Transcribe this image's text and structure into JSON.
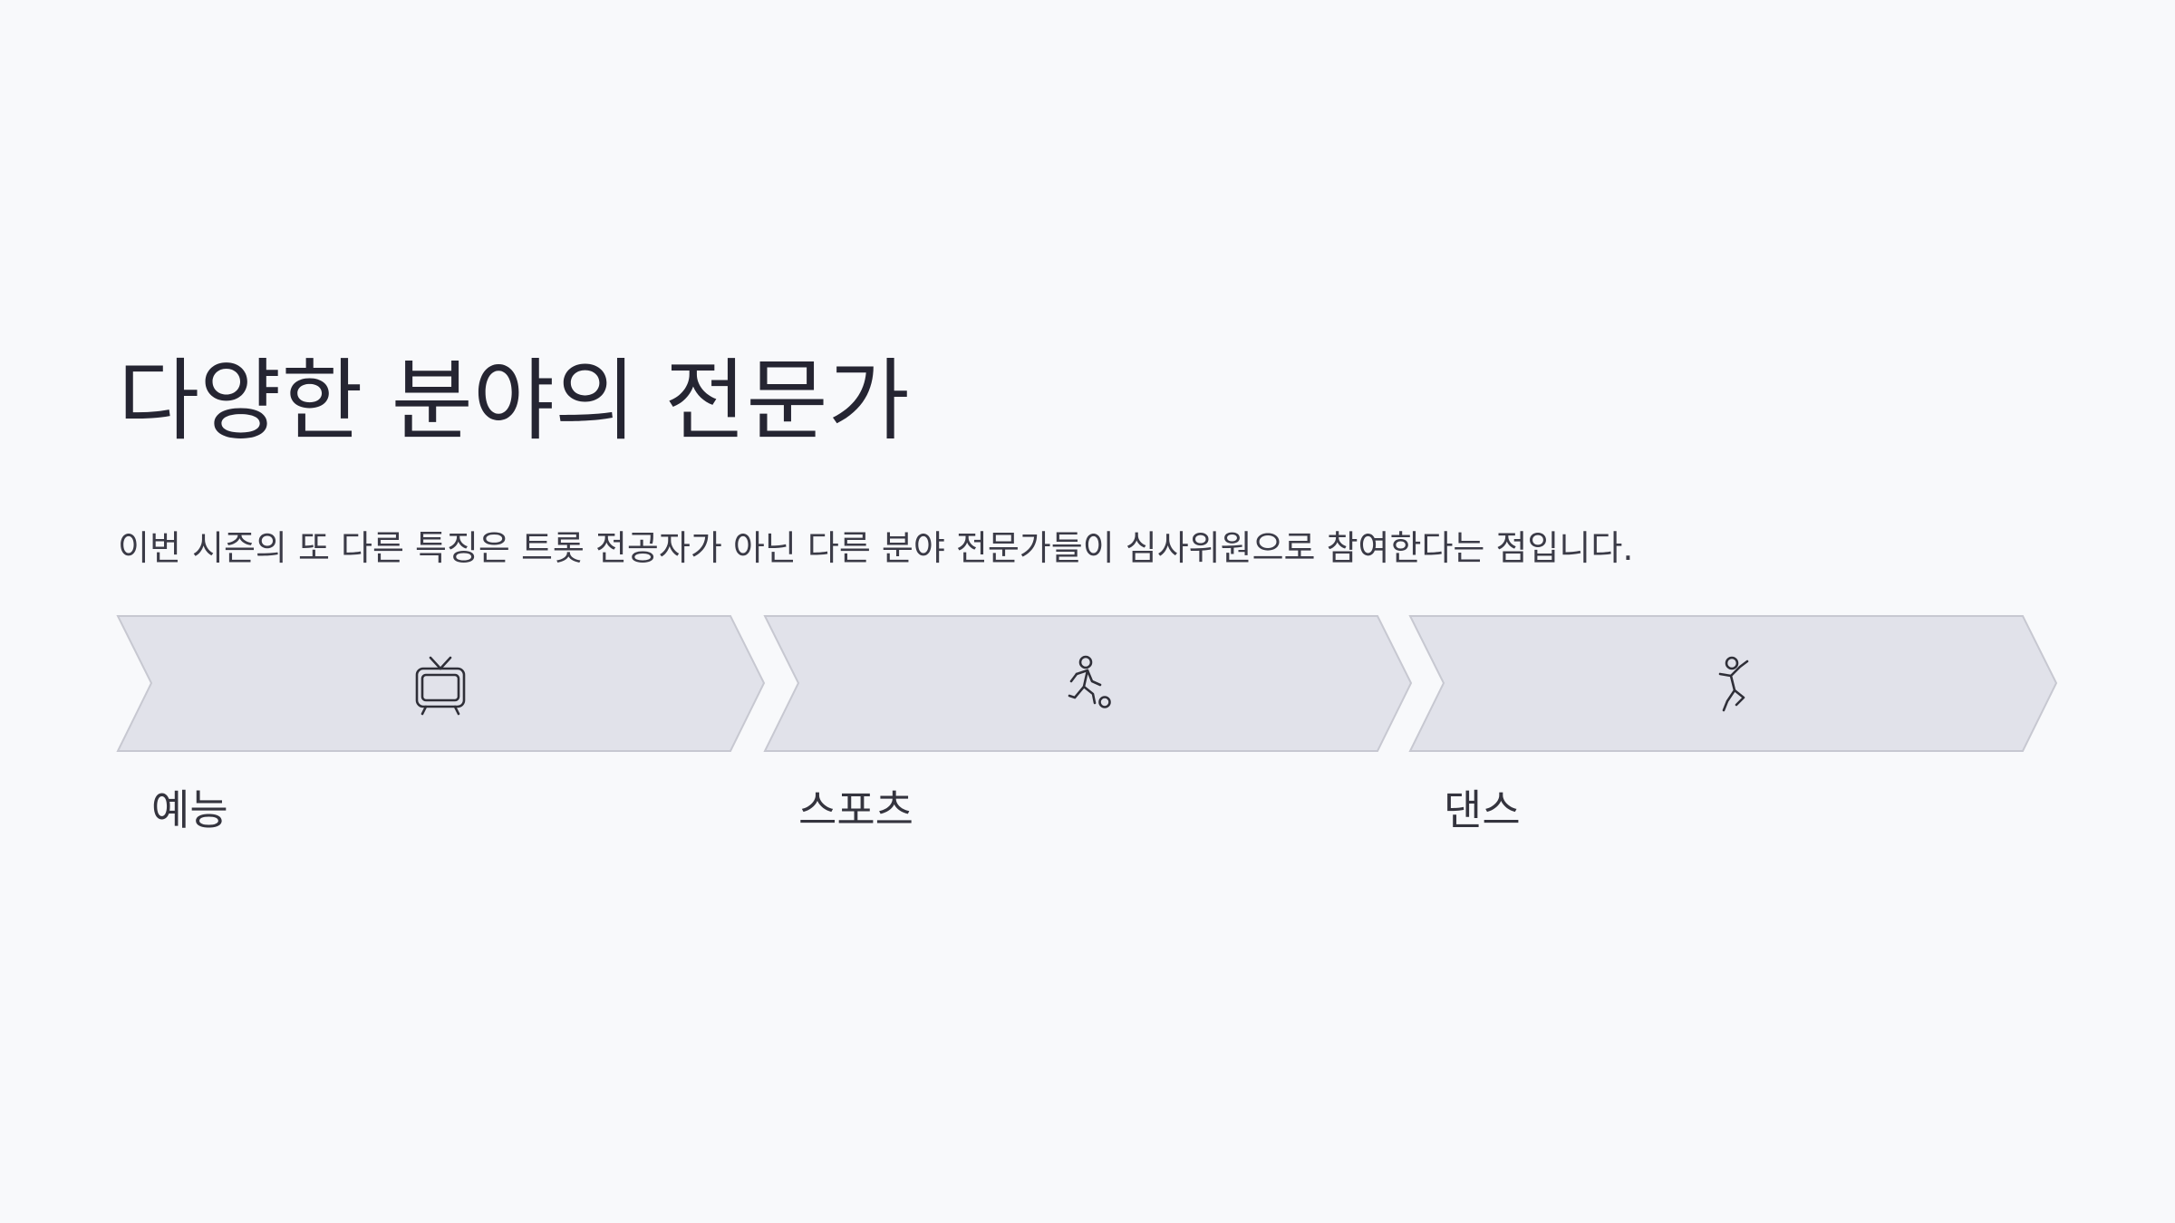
{
  "slide": {
    "title": "다양한 분야의 전문가",
    "subtitle": "이번 시즌의 또 다른 특징은 트롯 전공자가 아닌 다른 분야 전문가들이 심사위원으로 참여한다는 점입니다."
  },
  "steps": [
    {
      "label": "예능",
      "icon": "tv-icon"
    },
    {
      "label": "스포츠",
      "icon": "soccer-player-icon"
    },
    {
      "label": "댄스",
      "icon": "dancer-icon"
    }
  ],
  "colors": {
    "background": "#f8f9fb",
    "chevron_fill": "#e1e2ea",
    "chevron_stroke": "#c7c8d1",
    "text": "#252532"
  }
}
